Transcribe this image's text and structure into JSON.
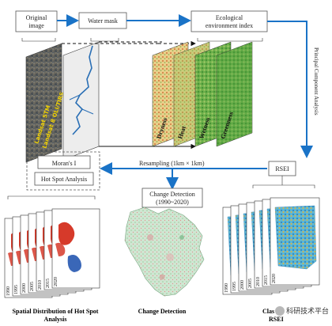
{
  "boxes": {
    "original_image": [
      "Original",
      "image"
    ],
    "water_mask": "Water mask",
    "ecological_index": [
      "Ecological",
      "environment index"
    ],
    "rsei": "RSEI",
    "morans_i": "Moran's I",
    "hot_spot_analysis": "Hot Spot Analysis",
    "change_detection_box": [
      "Change Detection",
      "(1990~2020)"
    ]
  },
  "arrow_labels": {
    "pca": "Principal Component Analysis",
    "resampling": "Resampling (1km × 1km)"
  },
  "landsat_labels": [
    "Landsat 5TM",
    "Landsat 8 OLI/TIRS"
  ],
  "index_layers": [
    "Dryness",
    "Heat",
    "Wetness",
    "Greenness"
  ],
  "years": [
    "1990",
    "1995",
    "2000",
    "2005",
    "2010",
    "2015",
    "2020"
  ],
  "captions": {
    "hotspot": [
      "Spatial Distribution of Hot Spot",
      "Analysis"
    ],
    "change": "Change Detection",
    "classification": [
      "Clas",
      "RSEI"
    ]
  },
  "watermark": "科研技术平台",
  "colors": {
    "arrow": "#1a73c7",
    "box_border": "#555555",
    "accent_blue": "#2a6fb5",
    "hot_red": "#d63a2a",
    "hot_blue": "#3a67b8"
  }
}
